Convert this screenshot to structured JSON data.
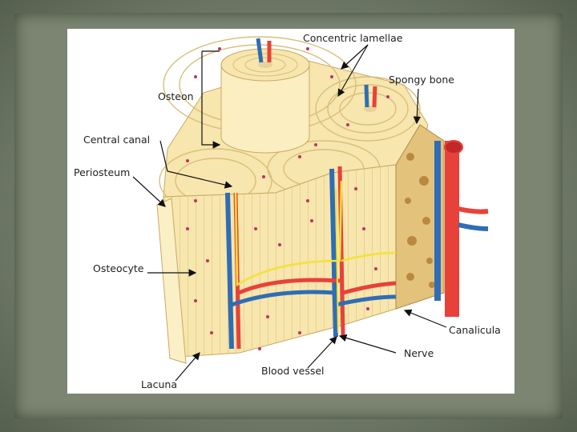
{
  "labels": {
    "concentric_lamellae": "Concentric lamellae",
    "spongy_bone": "Spongy bone",
    "osteon": "Osteon",
    "central_canal": "Central canal",
    "periosteum": "Periosteum",
    "osteocyte": "Osteocyte",
    "canalicula": "Canalicula",
    "nerve": "Nerve",
    "blood_vessel": "Blood vessel",
    "lacuna": "Lacuna"
  },
  "colors": {
    "bone": "#f7e6ad",
    "bone_dark": "#e8d08a",
    "lamella_line": "#d9bf7a",
    "lacuna_dot": "#c0306a",
    "artery": "#e8413a",
    "vein": "#2f6db5",
    "nerve": "#f2e23a",
    "spongy": "#c9a25a"
  }
}
